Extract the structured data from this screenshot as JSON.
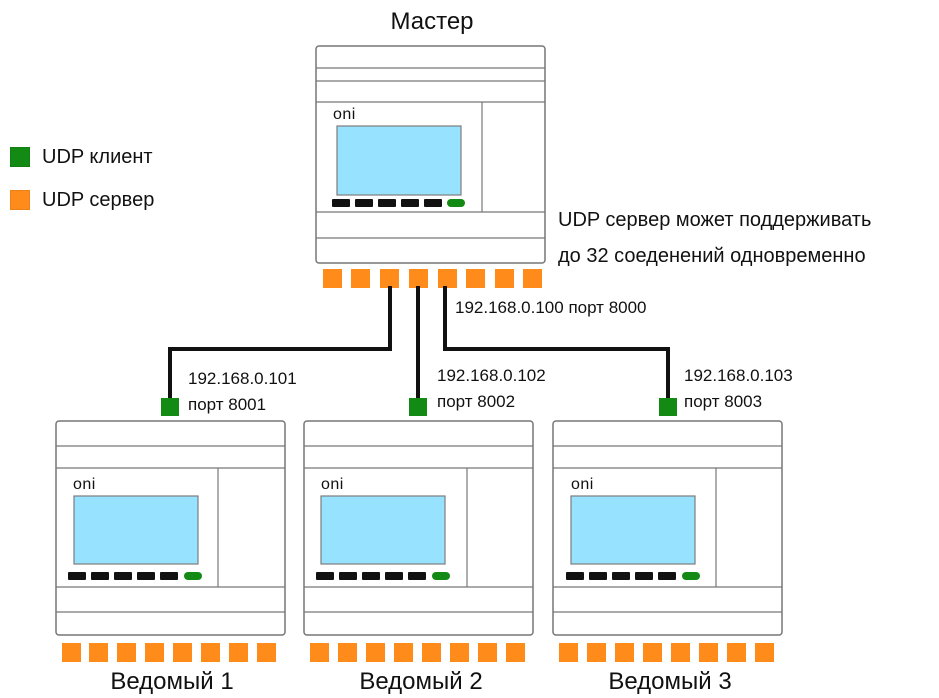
{
  "colors": {
    "udp_client": "#138a13",
    "udp_server": "#ff8c1a",
    "screen": "#97e3ff",
    "outline": "#777777",
    "wire": "#111111",
    "button_dark": "#111111"
  },
  "legend": {
    "client": "UDP клиент",
    "server": "UDP сервер"
  },
  "master": {
    "title": "Мастер",
    "brand": "oni",
    "note_line1": "UDP сервер может поддерживать",
    "note_line2": "до 32 соеденений одновременно",
    "address": "192.168.0.100 порт 8000"
  },
  "slaves": [
    {
      "title": "Ведомый 1",
      "brand": "oni",
      "ip": "192.168.0.101",
      "port": "порт 8001"
    },
    {
      "title": "Ведомый 2",
      "brand": "oni",
      "ip": "192.168.0.102",
      "port": "порт 8002"
    },
    {
      "title": "Ведомый 3",
      "brand": "oni",
      "ip": "192.168.0.103",
      "port": "порт 8003"
    }
  ]
}
